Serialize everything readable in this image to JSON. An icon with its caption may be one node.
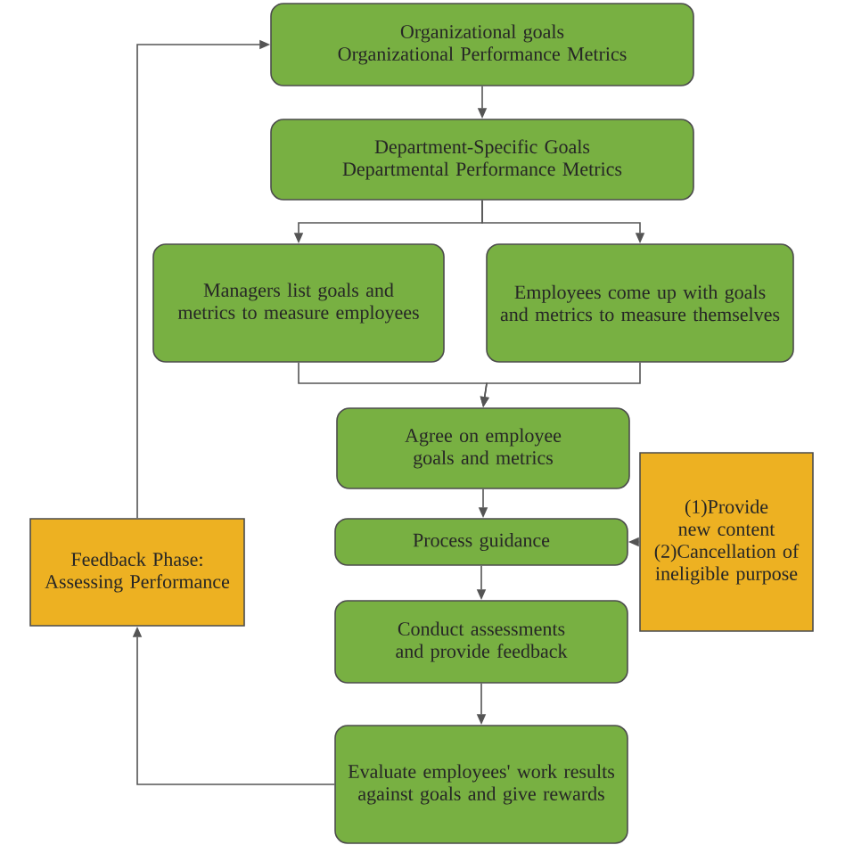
{
  "diagram": {
    "nodes": [
      {
        "text": [
          "Organizational goals",
          "Organizational Performance Metrics"
        ]
      },
      {
        "text": [
          "Department-Specific Goals",
          "Departmental Performance Metrics"
        ]
      },
      {
        "text": [
          "Managers list goals and metrics to measure employees"
        ]
      },
      {
        "text": [
          "Employees come up with goals and metrics to measure themselves"
        ]
      },
      {
        "text": [
          "Agree on employee goals and metrics"
        ]
      },
      {
        "text": [
          "Process guidance"
        ]
      },
      {
        "text": [
          "Conduct assessments and provide feedback"
        ]
      },
      {
        "text": [
          "Evaluate employees' work results against goals and give rewards"
        ]
      },
      {
        "text": [
          "Feedback Phase: Assessing Performance"
        ]
      },
      {
        "text": [
          "(1)Provide new content",
          "(2)Cancellation of ineligible purpose"
        ]
      }
    ],
    "edges": [
      {
        "from": 0,
        "to": 1,
        "arrow": "to"
      },
      {
        "from": 1,
        "to": 2,
        "arrow": "to"
      },
      {
        "from": 1,
        "to": 3,
        "arrow": "to"
      },
      {
        "from": 2,
        "to": 4,
        "arrow": "to"
      },
      {
        "from": 3,
        "to": 4,
        "arrow": "to"
      },
      {
        "from": 4,
        "to": 5,
        "arrow": "to"
      },
      {
        "from": 9,
        "to": 5,
        "arrow": "to"
      },
      {
        "from": 5,
        "to": 6,
        "arrow": "to"
      },
      {
        "from": 6,
        "to": 7,
        "arrow": "to"
      },
      {
        "from": 7,
        "to": 8,
        "arrow": "to"
      },
      {
        "from": 8,
        "to": 0,
        "arrow": "to"
      }
    ]
  }
}
